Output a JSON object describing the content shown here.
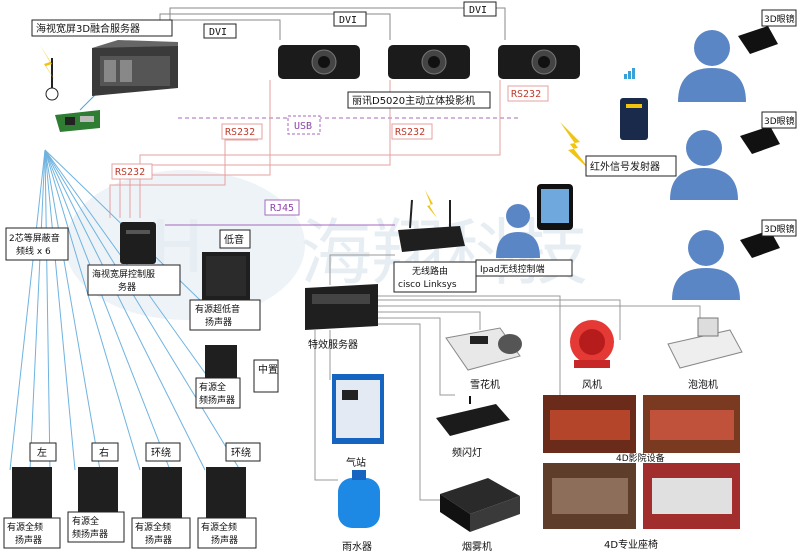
{
  "watermark": {
    "chinese": "海翔科技",
    "latin": "H"
  },
  "links": {
    "dvi_1": "DVI",
    "dvi_2": "DVI",
    "dvi_3": "DVI",
    "usb": "USB",
    "rs232_1": "RS232",
    "rs232_2": "RS232",
    "rs232_3": "RS232",
    "rs232_4": "RS232",
    "rj45": "RJ45"
  },
  "devices": {
    "fusion_server": "海视宽屏3D融合服务器",
    "projector": "丽讯D5020主动立体投影机",
    "cable": [
      "2芯等屏蔽音",
      "频线 x 6"
    ],
    "control_server": [
      "海视宽屏控制服",
      "务器"
    ],
    "subwoofer_label": "低音",
    "subwoofer": [
      "有源超低音",
      "扬声器"
    ],
    "router": [
      "无线路由",
      "cisco Linksys"
    ],
    "ipad": "Ipad无线控制端",
    "ir_emitter": "红外信号发射器",
    "glasses": "3D眼镜",
    "effects_server": "特效服务器",
    "snow": "雪花机",
    "wind": "风机",
    "bubble": "泡泡机",
    "air_pump": "气站",
    "strobe": "频闪灯",
    "rain": "雨水器",
    "fog": "烟雾机",
    "seat_device": "4D影院设备",
    "seat": "4D专业座椅",
    "center_label": "中置",
    "center_speaker": [
      "有源全",
      "频扬声器"
    ],
    "speakers": [
      {
        "label": "左",
        "caption": [
          "有源全频",
          "扬声器"
        ]
      },
      {
        "label": "右",
        "caption": [
          "有源全",
          "频扬声器"
        ]
      },
      {
        "label": "环绕",
        "caption": [
          "有源全频",
          "扬声器"
        ]
      },
      {
        "label": "环绕",
        "caption": [
          "有源全频",
          "扬声器"
        ]
      }
    ]
  }
}
